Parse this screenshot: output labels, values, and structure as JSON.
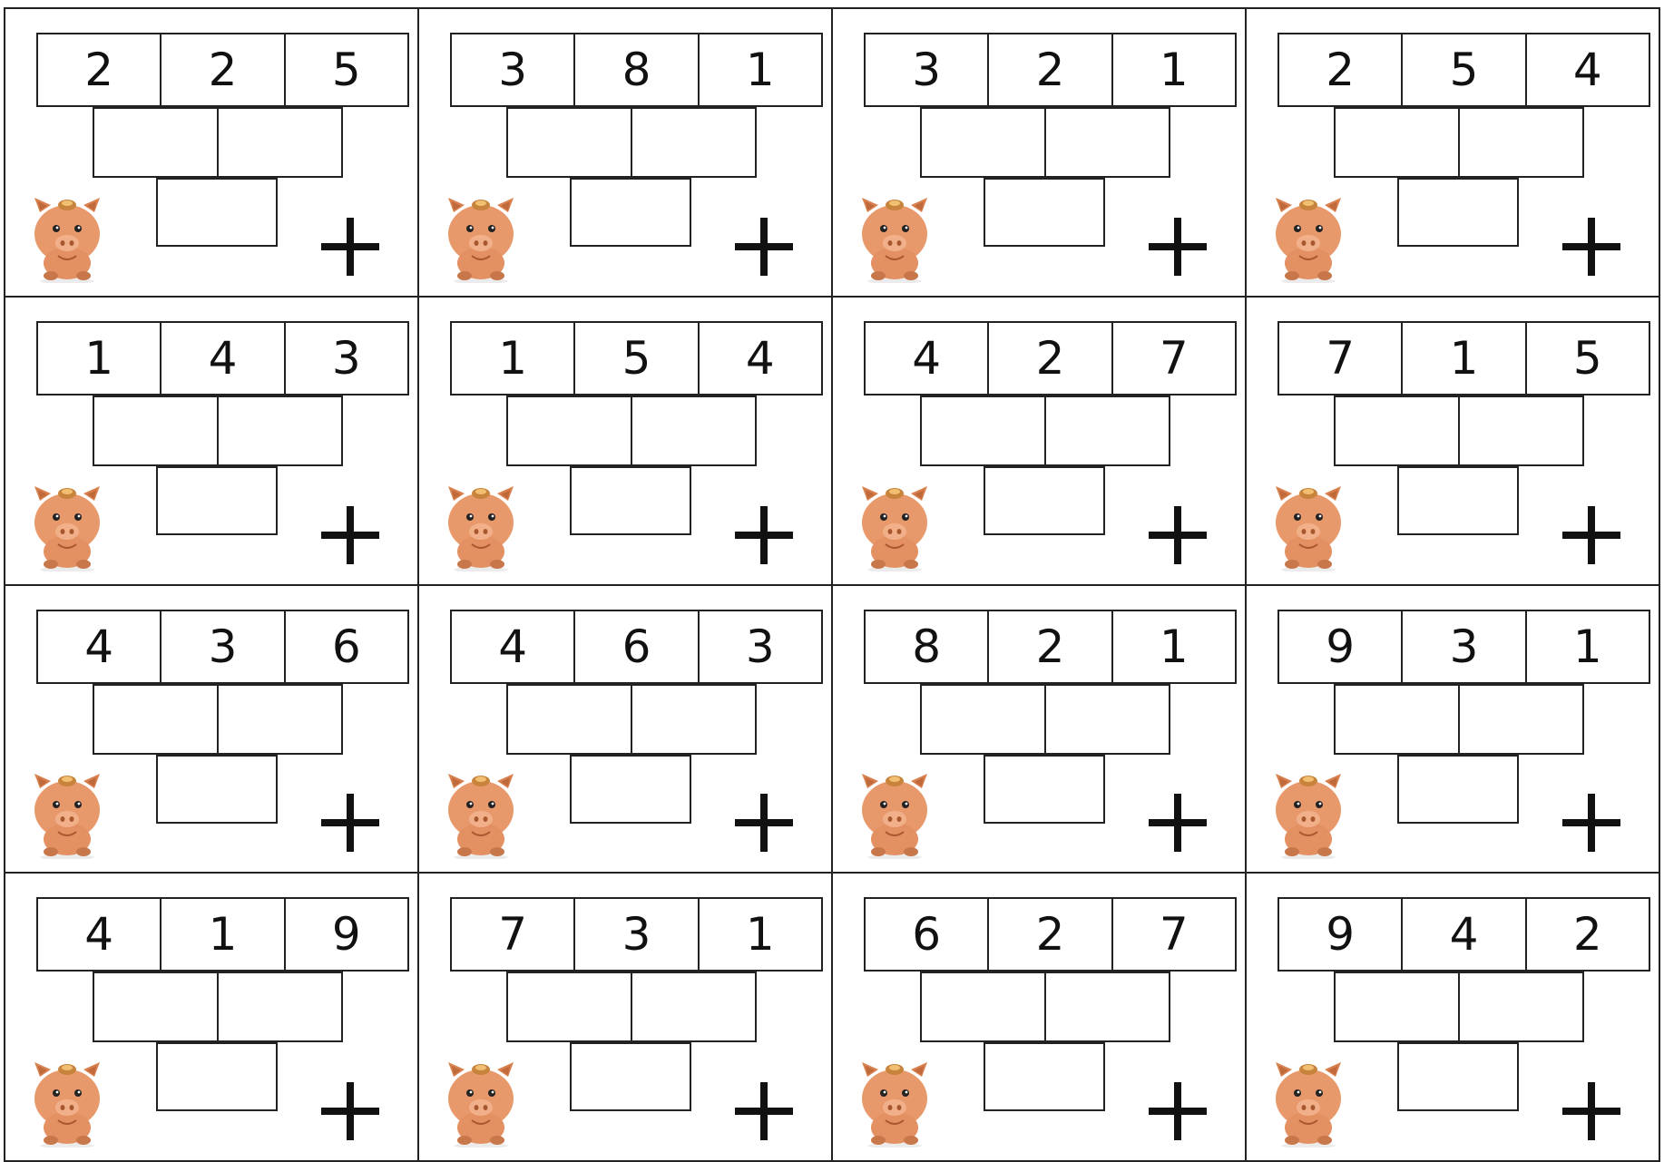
{
  "colors": {
    "line": "#222222",
    "digit": "#111111",
    "pig_body": "#e8996b",
    "pig_dark": "#b8693f"
  },
  "icons": {
    "mascot": "pig-icon",
    "operation": "plus-icon"
  },
  "cards": [
    {
      "numbers": [
        "2",
        "2",
        "5"
      ]
    },
    {
      "numbers": [
        "3",
        "8",
        "1"
      ]
    },
    {
      "numbers": [
        "3",
        "2",
        "1"
      ]
    },
    {
      "numbers": [
        "2",
        "5",
        "4"
      ]
    },
    {
      "numbers": [
        "1",
        "4",
        "3"
      ]
    },
    {
      "numbers": [
        "1",
        "5",
        "4"
      ]
    },
    {
      "numbers": [
        "4",
        "2",
        "7"
      ]
    },
    {
      "numbers": [
        "7",
        "1",
        "5"
      ]
    },
    {
      "numbers": [
        "4",
        "3",
        "6"
      ]
    },
    {
      "numbers": [
        "4",
        "6",
        "3"
      ]
    },
    {
      "numbers": [
        "8",
        "2",
        "1"
      ]
    },
    {
      "numbers": [
        "9",
        "3",
        "1"
      ]
    },
    {
      "numbers": [
        "4",
        "1",
        "9"
      ]
    },
    {
      "numbers": [
        "7",
        "3",
        "1"
      ]
    },
    {
      "numbers": [
        "6",
        "2",
        "7"
      ]
    },
    {
      "numbers": [
        "9",
        "4",
        "2"
      ]
    }
  ]
}
